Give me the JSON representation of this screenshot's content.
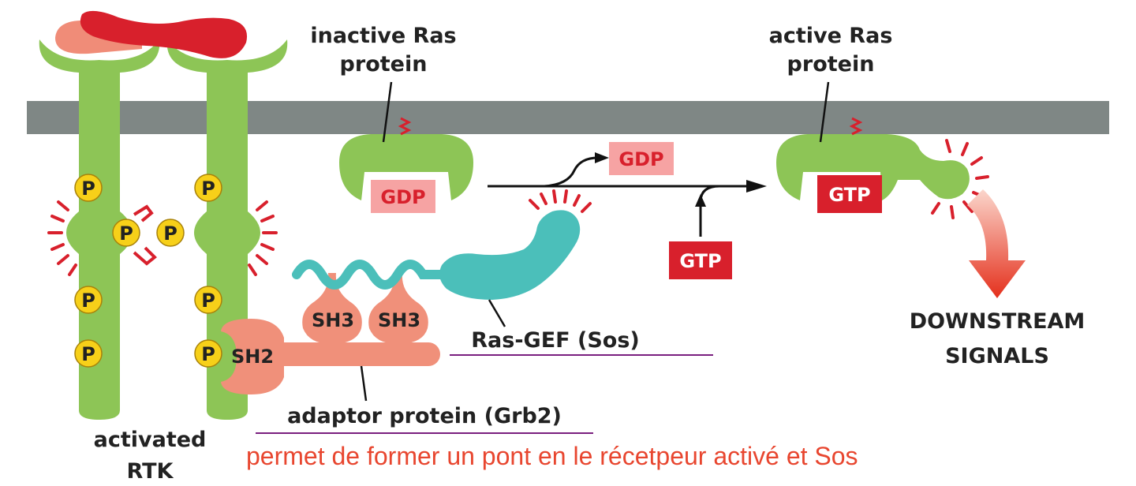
{
  "labels": {
    "inactive_ras_line1": "inactive Ras",
    "inactive_ras_line2": "protein",
    "active_ras_line1": "active Ras",
    "active_ras_line2": "protein",
    "activated_rtk_line1": "activated",
    "activated_rtk_line2": "RTK",
    "ras_gef": "Ras-GEF (Sos)",
    "adaptor": "adaptor protein (Grb2)",
    "downstream_line1": "DOWNSTREAM",
    "downstream_line2": "SIGNALS",
    "sh2": "SH2",
    "sh3_left": "SH3",
    "sh3_right": "SH3",
    "phospho": "P"
  },
  "boxes": {
    "gdp_inactive": "GDP",
    "gdp_released": "GDP",
    "gtp_incoming": "GTP",
    "gtp_active": "GTP"
  },
  "annotation": {
    "note": "permet de former un pont en le récetpeur activé et Sos"
  },
  "colors": {
    "membrane": "#7f8785",
    "receptor_green": "#8dc556",
    "ligand_red": "#d8202c",
    "ligand_pink": "#f08c78",
    "adaptor_salmon": "#f0907a",
    "sos_teal": "#4bbfba",
    "phospho_yellow": "#f7d019",
    "gdp_pink_box": "#f6a3a3",
    "gtp_red_box": "#d8202c",
    "annotation_red": "#e8462f",
    "underline_purple": "#7a1f7f"
  }
}
